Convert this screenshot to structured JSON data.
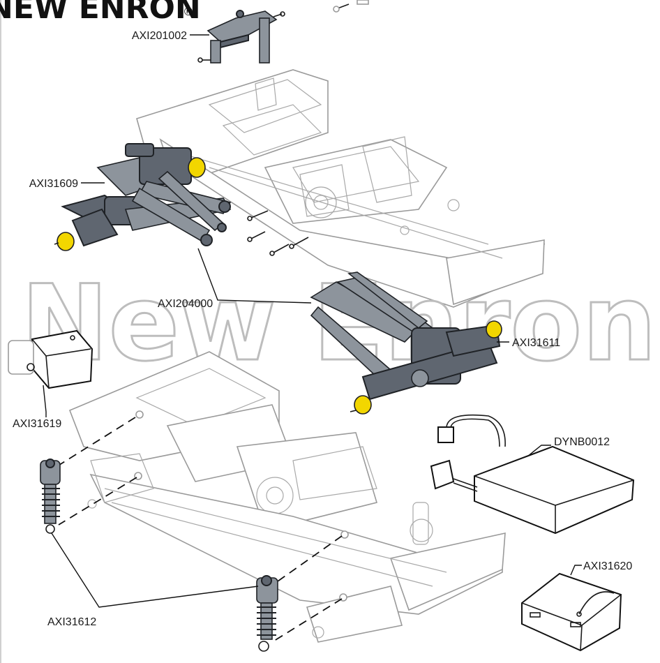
{
  "brand": {
    "name": "NEW ENRON",
    "registered_mark": "®",
    "watermark": "New Enron"
  },
  "parts": [
    {
      "id": "AXI201002"
    },
    {
      "id": "AXI31609"
    },
    {
      "id": "AXI204000"
    },
    {
      "id": "AXI31611"
    },
    {
      "id": "AXI31619"
    },
    {
      "id": "DYNB0012"
    },
    {
      "id": "AXI31620"
    },
    {
      "id": "AXI31612"
    }
  ],
  "colors": {
    "highlight_yellow": "#f2d600",
    "part_gray": "#5f6670",
    "chassis_outline": "#9a9a9a",
    "watermark": "#bdbdbd"
  }
}
